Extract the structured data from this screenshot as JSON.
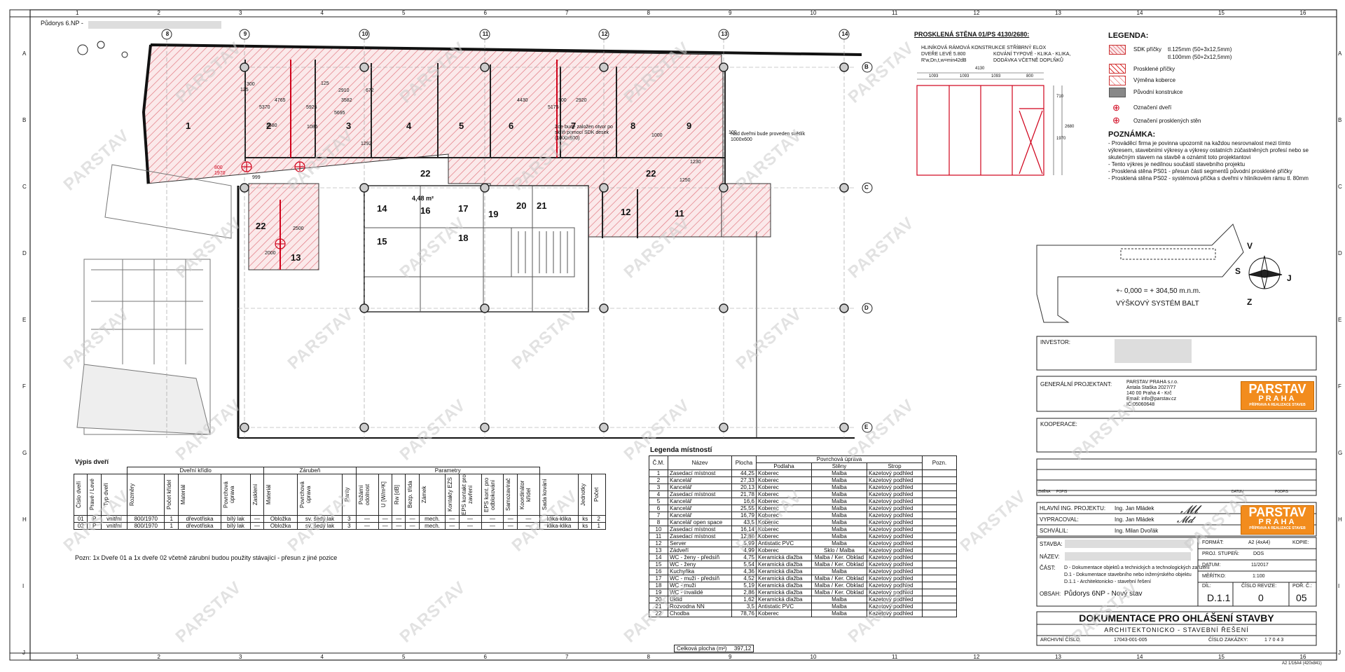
{
  "sheet": {
    "plan_title": "Půdorys 6.NP -",
    "format_note": "A2 1/16A4 (420x841)",
    "col_numbers": [
      "1",
      "2",
      "3",
      "4",
      "5",
      "6",
      "7",
      "8",
      "9",
      "10",
      "11",
      "12",
      "13",
      "14",
      "15",
      "16"
    ],
    "row_letters": [
      "A",
      "B",
      "C",
      "D",
      "E",
      "F",
      "G",
      "H",
      "I",
      "J"
    ],
    "axes_top": [
      "8",
      "9",
      "10",
      "11",
      "12",
      "13",
      "14"
    ],
    "axes_side": [
      "B",
      "C",
      "D",
      "E"
    ]
  },
  "plan": {
    "room_labels": [
      "1",
      "2",
      "3",
      "4",
      "5",
      "6",
      "7",
      "8",
      "9",
      "22",
      "22",
      "22",
      "13",
      "14",
      "16",
      "17",
      "19",
      "20",
      "21",
      "12",
      "11",
      "15",
      "18"
    ],
    "area_label": "4,48 m²",
    "notes": [
      "Zde bude založen otvor po skříň pomocí SDK desek (1000x600)",
      "Nad dveřmi bude proveden světlík 1000x600"
    ],
    "dims": [
      "125",
      "300",
      "4765",
      "5370",
      "3580",
      "125",
      "2910",
      "3582",
      "672",
      "5925",
      "5695",
      "1085",
      "4430",
      "5175",
      "300",
      "2920",
      "1292",
      "2500",
      "2000",
      "1000",
      "100",
      "999",
      "800",
      "1970",
      "1250",
      "1230"
    ]
  },
  "glazed_wall": {
    "title": "PROSKLENÁ STĚNA 01/PS 4130/2680:",
    "spec_left": [
      "HLINÍKOVÁ RÁMOVÁ KONSTRUKCE STŘÍBRNÝ ELOX",
      "DVEŘE LEVÉ 5.800",
      "R'w,Dn,t,w=min42dB"
    ],
    "spec_right": [
      "KOVÁNÍ TYPOVÉ - KLIKA - KLIKA,",
      "DODÁVKA VČETNĚ DOPLŇKŮ"
    ],
    "dims": [
      "4130",
      "1093",
      "1093",
      "1093",
      "800",
      "1970",
      "2680",
      "710"
    ]
  },
  "legend": {
    "title": "LEGENDA:",
    "items": [
      {
        "label": "SDK příčky",
        "detail1": "tl.125mm (50+3x12,5mm)",
        "detail2": "tl.100mm (50+2x12,5mm)"
      },
      {
        "label": "Prosklené příčky"
      },
      {
        "label": "Výměna koberce"
      },
      {
        "label": "Původní konstrukce"
      },
      {
        "label": "Označení dveří"
      },
      {
        "label": "Označení prosklených stěn"
      }
    ]
  },
  "notes": {
    "title": "POZNÁMKA:",
    "lines": [
      "- Prováděcí firma je povinna upozornit na každou nesrovnalost mezi tímto",
      "výkresem, stavebními výkresy a výkresy ostatních zúčastněných profesí nebo se",
      "skutečným stavem na stavbě a oznámit toto projektantovi",
      "- Tento výkres je nedílnou součástí stavebního projektu",
      "- Prosklená stěna PS01 - přesun části segmentů původní prosklené příčky",
      "- Prosklená stěna PS02 - systémová příčka s dveřmi v hliníkovém rámu tl. 80mm"
    ]
  },
  "compass": {
    "north": "V",
    "south": "Z",
    "east": "J",
    "west": "S"
  },
  "elevation": {
    "line1": "+- 0,000 = + 304,50 m.n.m.",
    "line2": "VÝŠKOVÝ SYSTÉM BALT"
  },
  "title_block": {
    "investor_label": "INVESTOR:",
    "general_designer_label": "GENERÁLNÍ PROJEKTANT:",
    "designer_lines": [
      "PARSTAV PRAHA s.r.o.",
      "Antala Staška 2027/77",
      "140 00 Praha 4 - Krč",
      "Email: info@parstav.cz",
      "IČ:05060648"
    ],
    "cooperation_label": "KOOPERACE:",
    "logo_main": "PARSTAV",
    "logo_sub": "PRAHA",
    "logo_tagline": "PŘÍPRAVA A REALIZACE STAVEB",
    "revision_headers": [
      "ZMĚNA",
      "POPIS",
      "DATUM",
      "PODPIS"
    ],
    "hip_label": "HLAVNÍ ING. PROJEKTU:",
    "hip_value": "Ing. Jan Mládek",
    "prepared_label": "VYPRACOVAL:",
    "prepared_value": "Ing. Jan Mládek",
    "approved_label": "SCHVÁLIL:",
    "approved_value": "Ing. Milan Dvořák",
    "format_label": "FORMÁT:",
    "format_value": "A2 (4xA4)",
    "copy_label": "KOPIE:",
    "stage_label": "PROJ. STUPEŇ:",
    "stage_value": "DOS",
    "date_label": "DATUM:",
    "date_value": "11/2017",
    "scale_label": "MĚŘÍTKO:",
    "scale_value": "1:100",
    "stavba_label": "STAVBA:",
    "nazev_label": "NÁZEV:",
    "cast_label": "ČÁST:",
    "cast_lines": [
      "D - Dokumentace objektů a technických a technologických zařízení",
      "D.1 - Dokumentace stavebního nebo inženýrského objektu",
      "D.1.1 - Architektonicko - stavební řešení"
    ],
    "obsah_label": "OBSAH:",
    "obsah_value": "Půdorys 6NP - Nový stav",
    "dil_label": "DÍL:",
    "dil_value": "D.1.1",
    "rev_label": "ČÍSLO REVIZE:",
    "rev_value": "0",
    "por_label": "POŘ. Č.:",
    "por_value": "05",
    "doc_title": "DOKUMENTACE PRO OHLÁŠENÍ STAVBY",
    "doc_subtitle": "ARCHITEKTONICKO - STAVEBNÍ ŘEŠENÍ",
    "archive_label": "ARCHIVNÍ ČÍSLO",
    "archive_value": "17043-001-005",
    "order_label": "ČÍSLO ZAKÁZKY:",
    "order_value": "1 7 0 4 3"
  },
  "doors": {
    "title": "Výpis dveří",
    "groups": [
      "Dveřní křídlo",
      "Zárubeň",
      "Parametry"
    ],
    "headers": [
      "Číslo dveří",
      "Pravé / Levé",
      "Typ dveří",
      "Rozměry",
      "Počet křídel",
      "Materiál",
      "Povrchová úprava",
      "Zasklení",
      "Materiál",
      "Povrchová úprava",
      "Panty",
      "Požární odolnost",
      "U [W/m²K]",
      "Rw [dB]",
      "Bezp. třída",
      "Zámek",
      "Kontakty EZS",
      "EPS kontakt pro zavření",
      "EPS kont. pro odblokování",
      "Samozavírač",
      "Koordinátor křídel",
      "Sada kování",
      "Jednotky",
      "Počet"
    ],
    "rows": [
      [
        "01",
        "P",
        "vnitřní",
        "800/1970",
        "1",
        "dřevotřiska",
        "bílý lak",
        "—",
        "Obložka",
        "sv. šedý lak",
        "3",
        "—",
        "—",
        "—",
        "—",
        "mech.",
        "—",
        "—",
        "—",
        "—",
        "—",
        "klika-klika",
        "ks",
        "2"
      ],
      [
        "02",
        "P",
        "vnitřní",
        "800/1970",
        "1",
        "dřevotřiska",
        "bílý lak",
        "—",
        "Obložka",
        "sv. šedý lak",
        "3",
        "—",
        "—",
        "—",
        "—",
        "mech.",
        "—",
        "—",
        "—",
        "—",
        "—",
        "klika-klika",
        "ks",
        "1"
      ]
    ],
    "note": "Pozn: 1x Dveře 01 a 1x dveře 02 včetně zárubní budou použity stávající - přesun z jiné pozice"
  },
  "rooms": {
    "title": "Legenda místností",
    "headers": {
      "num": "Č.M.",
      "name": "Název",
      "area": "Plocha",
      "finish": "Povrchová úprava",
      "floor": "Podlaha",
      "walls": "Stěny",
      "ceiling": "Strop",
      "note": "Pozn."
    },
    "rows": [
      [
        "1",
        "Zasedací místnost",
        "44,25",
        "Koberec",
        "Malba",
        "Kazetový podhled",
        ""
      ],
      [
        "2",
        "Kancelář",
        "27,33",
        "Koberec",
        "Malba",
        "Kazetový podhled",
        ""
      ],
      [
        "3",
        "Kancelář",
        "20,13",
        "Koberec",
        "Malba",
        "Kazetový podhled",
        ""
      ],
      [
        "4",
        "Zasedací místnost",
        "21,78",
        "Koberec",
        "Malba",
        "Kazetový podhled",
        ""
      ],
      [
        "5",
        "Kancelář",
        "16,6",
        "Koberec",
        "Malba",
        "Kazetový podhled",
        ""
      ],
      [
        "6",
        "Kancelář",
        "25,55",
        "Koberec",
        "Malba",
        "Kazetový podhled",
        ""
      ],
      [
        "7",
        "Kancelář",
        "16,79",
        "Koberec",
        "Malba",
        "Kazetový podhled",
        ""
      ],
      [
        "8",
        "Kancelář open space",
        "43,5",
        "Koberec",
        "Malba",
        "Kazetový podhled",
        ""
      ],
      [
        "10",
        "Zasedací místnost",
        "16,14",
        "Koberec",
        "Malba",
        "Kazetový podhled",
        ""
      ],
      [
        "11",
        "Zasedací místnost",
        "12,86",
        "Koberec",
        "Malba",
        "Kazetový podhled",
        ""
      ],
      [
        "12",
        "Server",
        "5,99",
        "Antistatic PVC",
        "Malba",
        "Kazetový podhled",
        ""
      ],
      [
        "13",
        "Zádveří",
        "4,99",
        "Koberec",
        "Sklo / Malba",
        "Kazetový podhled",
        ""
      ],
      [
        "14",
        "WC - ženy - předsíň",
        "4,75",
        "Keramická dlažba",
        "Malba / Ker. Obklad",
        "Kazetový podhled",
        ""
      ],
      [
        "15",
        "WC - ženy",
        "5,54",
        "Keramická dlažba",
        "Malba / Ker. Obklad",
        "Kazetový podhled",
        ""
      ],
      [
        "16",
        "Kuchyňka",
        "4,36",
        "Keramická dlažba",
        "Malba",
        "Kazetový podhled",
        ""
      ],
      [
        "17",
        "WC - muži - předsíň",
        "4,52",
        "Keramická dlažba",
        "Malba / Ker. Obklad",
        "Kazetový podhled",
        ""
      ],
      [
        "18",
        "WC - muži",
        "5,19",
        "Keramická dlažba",
        "Malba / Ker. Obklad",
        "Kazetový podhled",
        ""
      ],
      [
        "19",
        "WC - invalidé",
        "2,86",
        "Keramická dlažba",
        "Malba / Ker. Obklad",
        "Kazetový podhled",
        ""
      ],
      [
        "20",
        "Úklid",
        "1,62",
        "Keramická dlažba",
        "Malba",
        "Kazetový podhled",
        ""
      ],
      [
        "21",
        "Rozvodna NN",
        "3,5",
        "Antistatic PVC",
        "Malba",
        "Kazetový podhled",
        ""
      ],
      [
        "22",
        "Chodba",
        "78,76",
        "Koberec",
        "Malba",
        "Kazetový podhled",
        ""
      ]
    ],
    "total_label": "Celková plocha (m²)",
    "total_value": "397,12"
  },
  "watermark": "PARSTAV"
}
